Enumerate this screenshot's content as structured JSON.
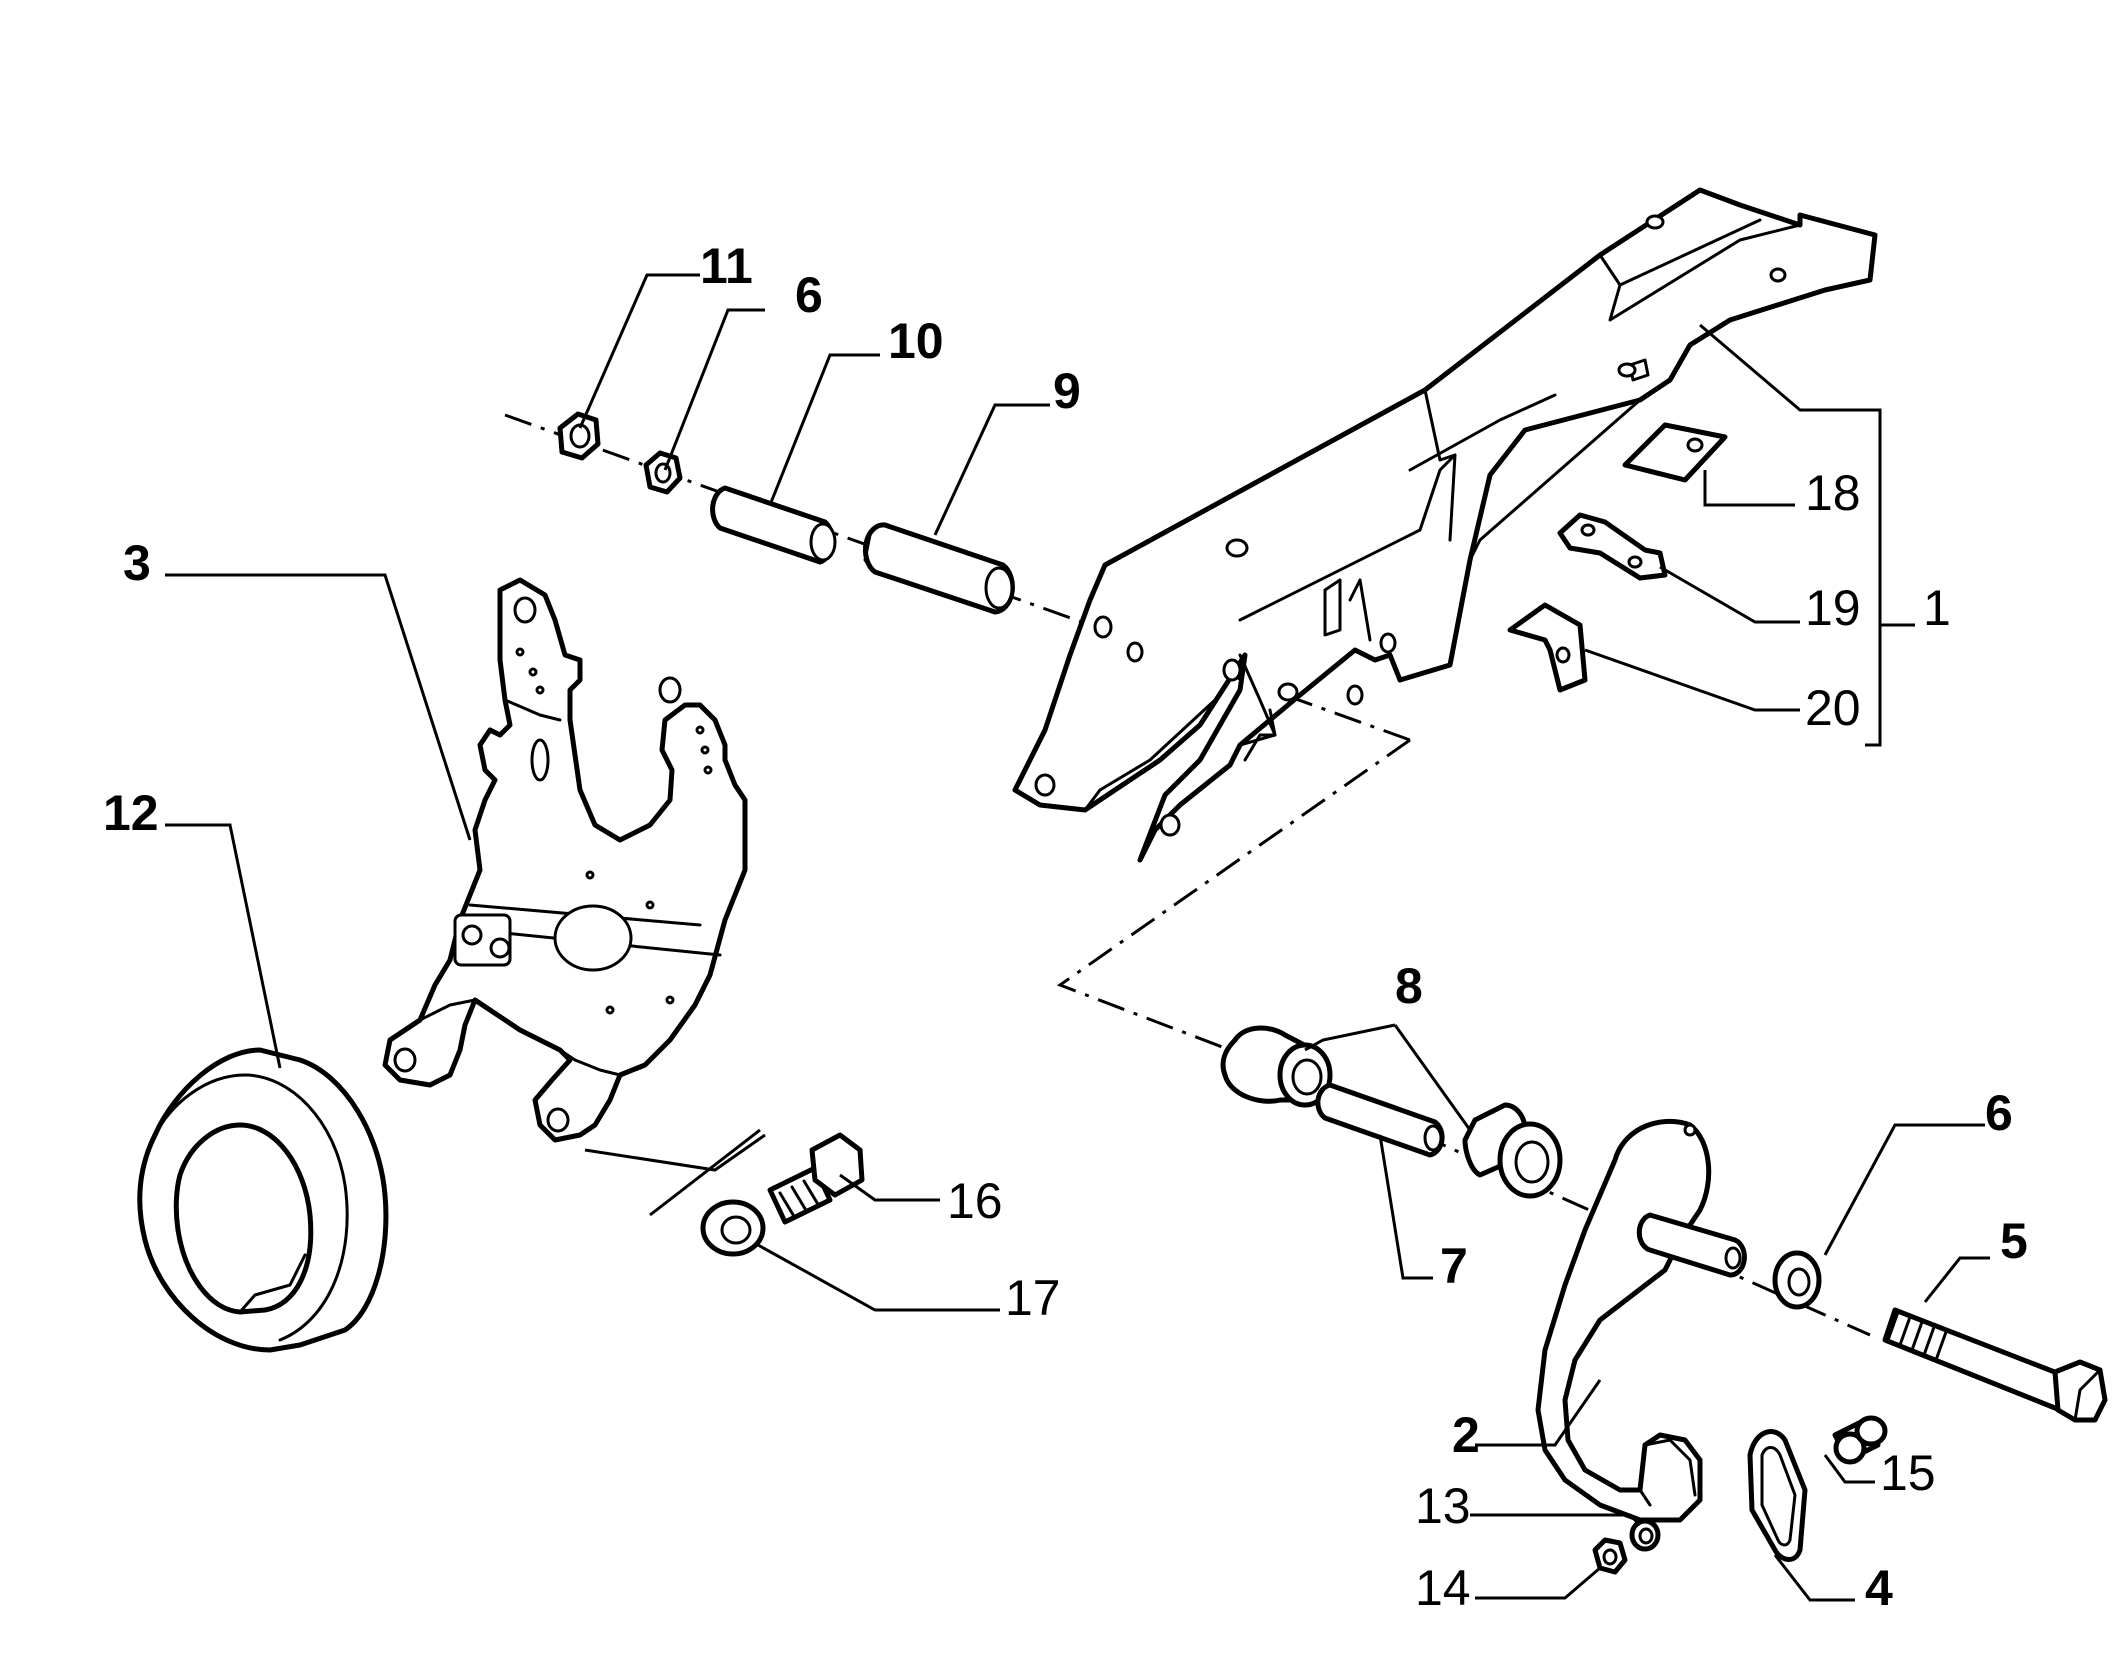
{
  "diagram": {
    "labels": {
      "p1": "1",
      "p2": "2",
      "p3": "3",
      "p4": "4",
      "p5": "5",
      "p6a": "6",
      "p6b": "6",
      "p7": "7",
      "p8": "8",
      "p9": "9",
      "p10": "10",
      "p11": "11",
      "p12": "12",
      "p13": "13",
      "p14": "14",
      "p15": "15",
      "p16": "16",
      "p17": "17",
      "p18": "18",
      "p19": "19",
      "p20": "20"
    },
    "colors": {
      "ink": "#000000",
      "paper": "#ffffff"
    }
  }
}
